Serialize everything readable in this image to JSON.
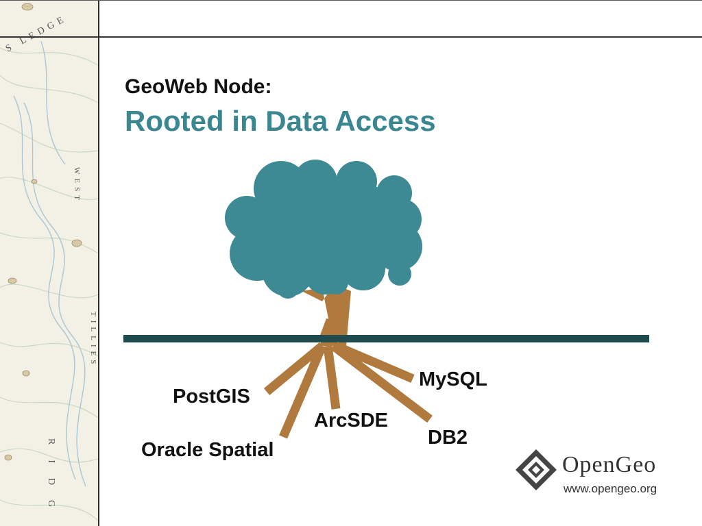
{
  "slide": {
    "title_line1": "GeoWeb Node:",
    "title_line2": "Rooted in Data Access"
  },
  "map_strip": {
    "labels": [
      "S LEDGE",
      "WEST",
      "TILLIES",
      "RIDG"
    ]
  },
  "diagram": {
    "roots": [
      {
        "id": "postgis",
        "label": "PostGIS"
      },
      {
        "id": "oracle",
        "label": "Oracle Spatial"
      },
      {
        "id": "arcsde",
        "label": "ArcSDE"
      },
      {
        "id": "mysql",
        "label": "MySQL"
      },
      {
        "id": "db2",
        "label": "DB2"
      }
    ],
    "colors": {
      "canopy": "#3d8a94",
      "trunk": "#b07a3e",
      "ground": "#1f4a4e",
      "title_accent": "#3a8792"
    }
  },
  "logo": {
    "name": "OpenGeo",
    "url": "www.opengeo.org",
    "icon": "opengeo-diamond-icon"
  }
}
